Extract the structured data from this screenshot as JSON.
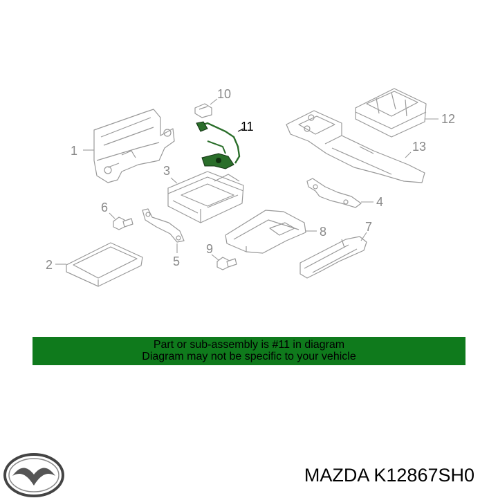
{
  "callouts": {
    "c1": "1",
    "c2": "2",
    "c3": "3",
    "c4": "4",
    "c5": "5",
    "c6": "6",
    "c7": "7",
    "c8": "8",
    "c9": "9",
    "c10": "10",
    "c11": "11",
    "c12": "12",
    "c13": "13"
  },
  "highlight": {
    "part_number": "11",
    "color": "#2a6e2a"
  },
  "banner": {
    "line1": "Part or sub-assembly is #11 in diagram",
    "line2": "Diagram may not be specific to your vehicle",
    "color": "#0f7a1c"
  },
  "footer": {
    "part_label": "MAZDA K12867SH0",
    "logo": "mazda-logo"
  }
}
